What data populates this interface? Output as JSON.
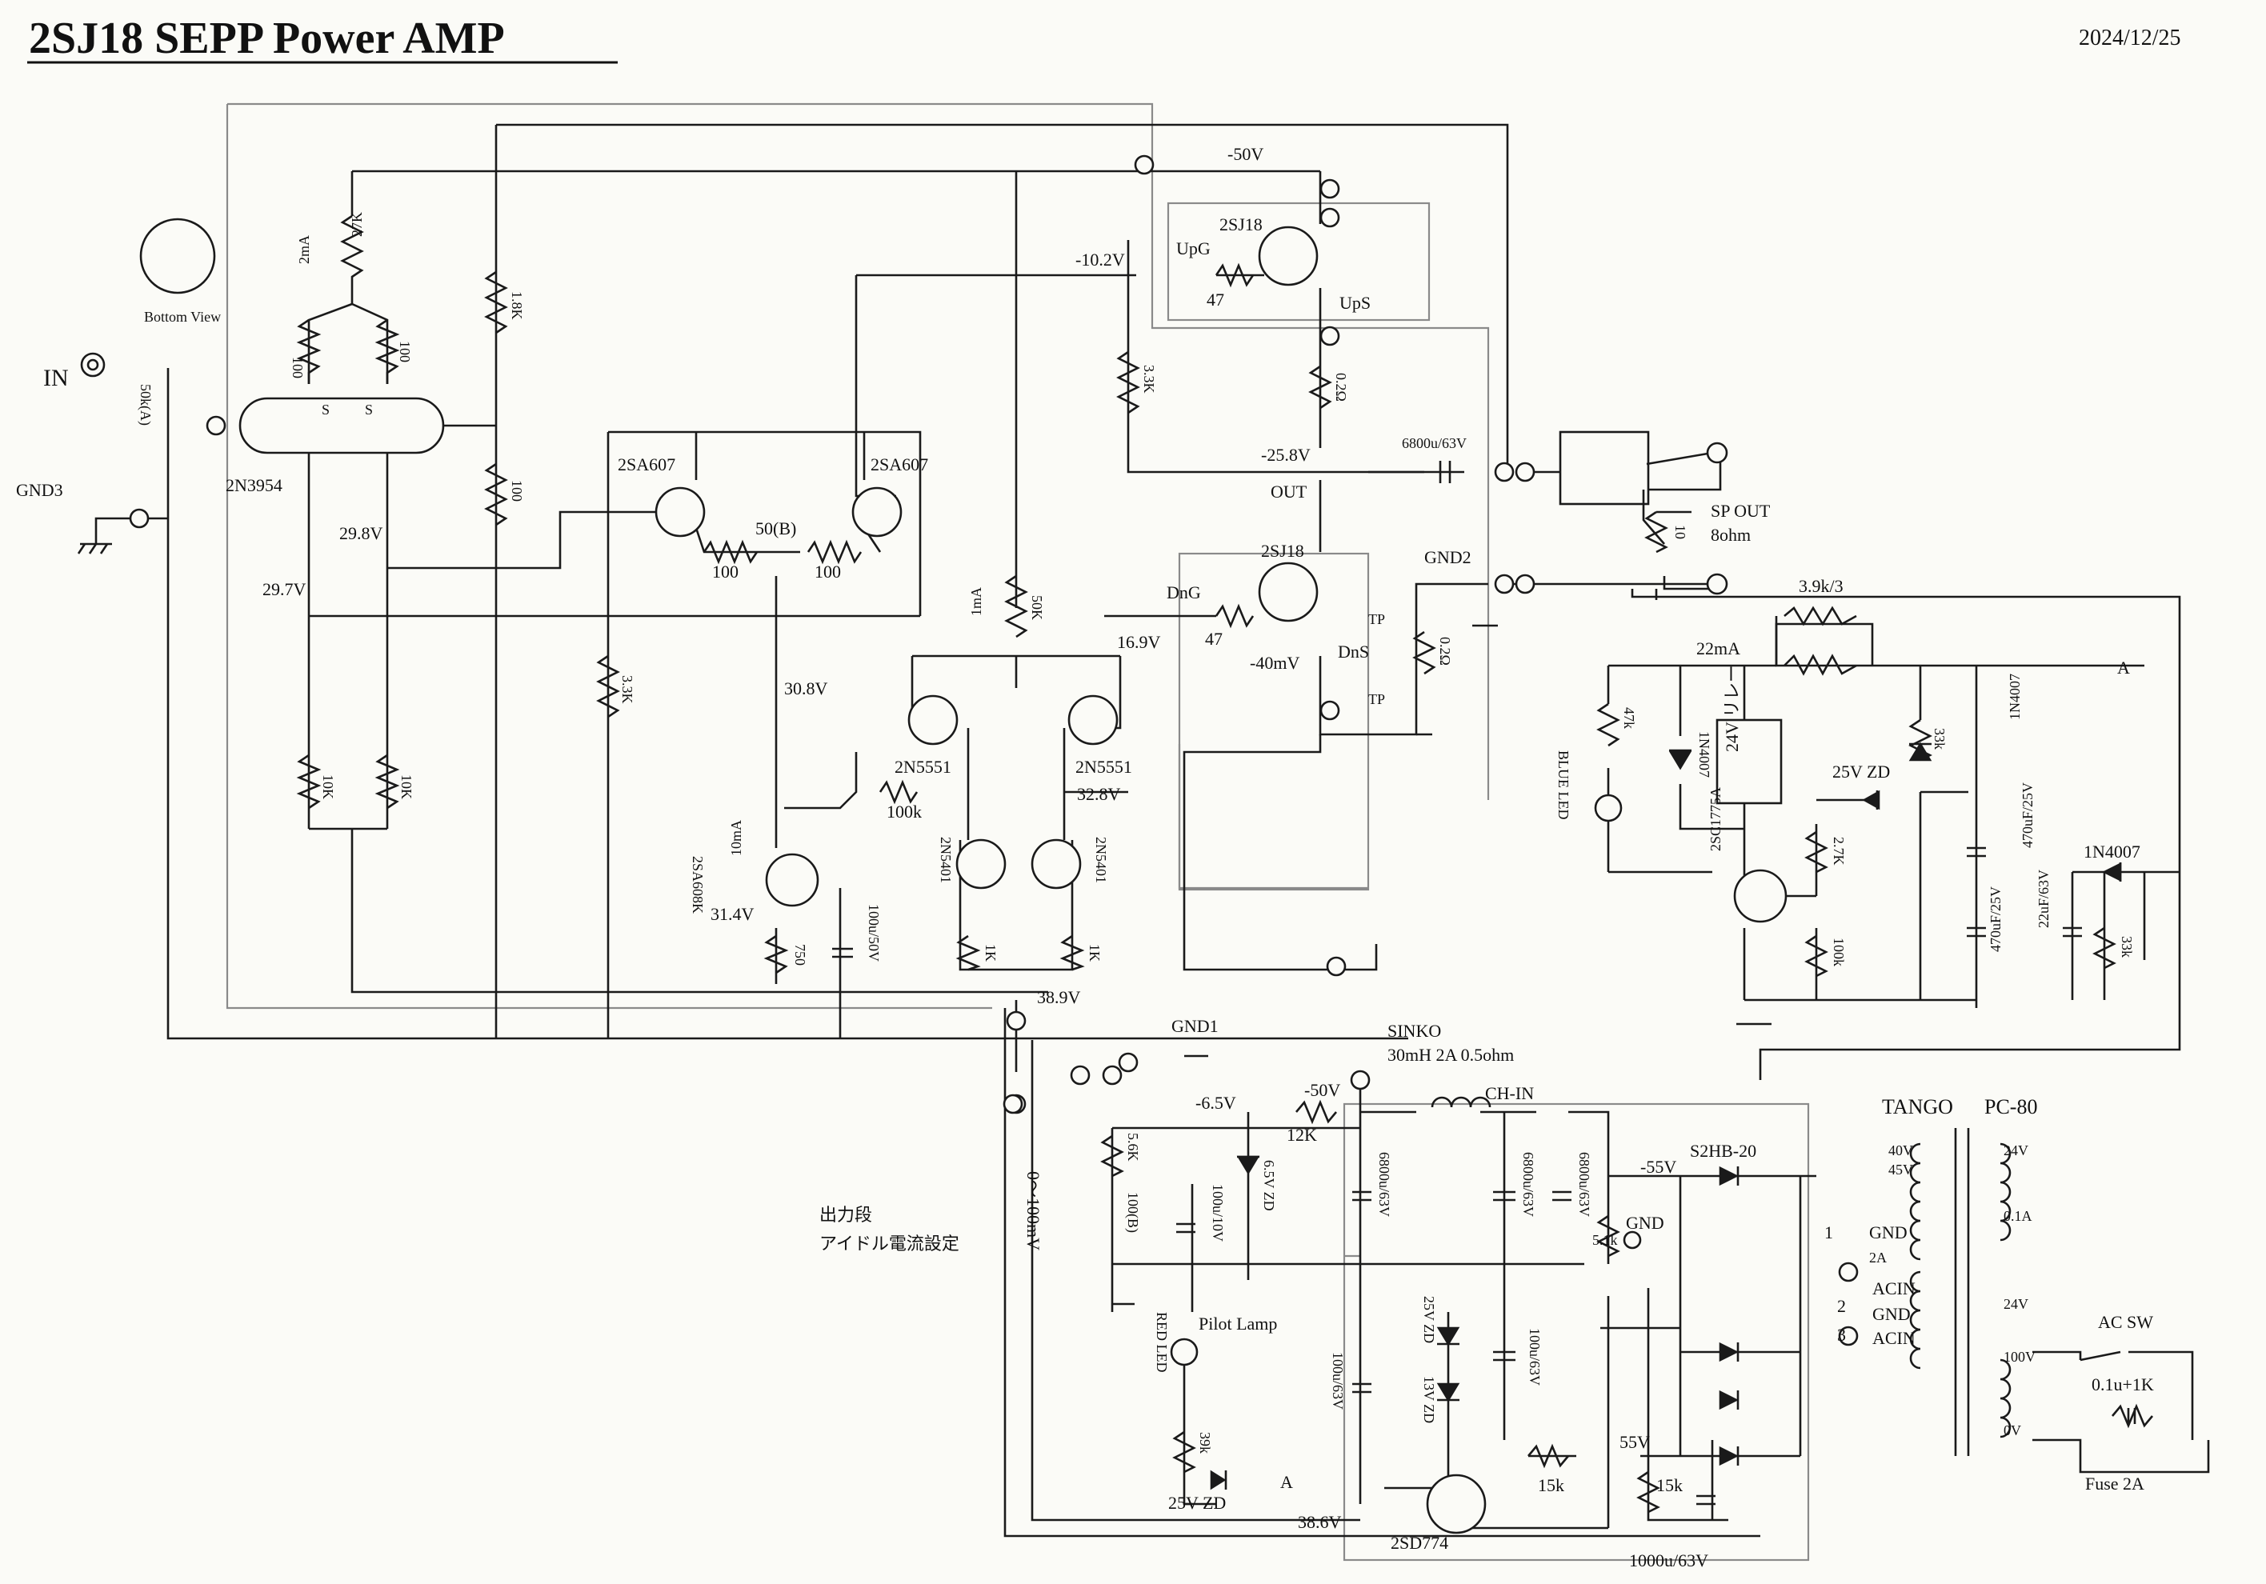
{
  "title": "2SJ18 SEPP Power AMP",
  "date": "2024/12/25",
  "input": {
    "in_label": "IN",
    "gnd_label": "GND3",
    "pot_label": "50k(A)",
    "tube_socket_label": "Bottom View"
  },
  "rails": {
    "neg50_top": "-50V",
    "neg10_2": "-10.2V",
    "neg25_8": "-25.8V",
    "v29_8": "29.8V",
    "v29_7": "29.7V",
    "v30_8": "30.8V",
    "v31_4": "31.4V",
    "v32_8": "32.8V",
    "v16_9": "16.9V",
    "v38_9": "38.9V",
    "neg40mv": "-40mV",
    "v38_6": "38.6V",
    "neg6_5": "-6.5V",
    "neg50_psu": "-50V",
    "neg55": "-55V",
    "v55": "55V"
  },
  "labels": {
    "r27k": "27K",
    "ma2": "2mA",
    "r100a": "100",
    "r100b": "100",
    "fet_pair": "2N3954",
    "s1": "S",
    "s2": "S",
    "r1_8k": "1.8K",
    "r100c": "100",
    "r3_3k_a": "3.3K",
    "r10k_a": "10K",
    "r10k_b": "10K",
    "q_2sa607_a": "2SA607",
    "q_2sa607_b": "2SA607",
    "r100_d": "100",
    "r100_e": "100",
    "vr50b": "50(B)",
    "ma1": "1mA",
    "r50k": "50K",
    "q_2n5551_a": "2N5551",
    "q_2n5551_b": "2N5551",
    "r100k": "100k",
    "q_2n5401_a": "2N5401",
    "q_2n5401_b": "2N5401",
    "r1k_a": "1K",
    "r1k_b": "1K",
    "q_2sa608": "2SA608K",
    "ma10": "10mA",
    "r750": "750",
    "c100u50": "100u/50V",
    "r3_3k_b": "3.3K",
    "upg": "UpG",
    "r47a": "47",
    "q2sj18a": "2SJ18",
    "ups": "UpS",
    "r0_2a": "0.2Ω",
    "c6800": "6800u/63V",
    "out": "OUT",
    "dng": "DnG",
    "r47b": "47",
    "q2sj18b": "2SJ18",
    "dns": "DnS",
    "r0_2b": "0.2Ω",
    "tp1": "TP",
    "tp2": "TP",
    "gnd2": "GND2",
    "spout": "SP OUT",
    "ohm8": "8ohm",
    "r10": "10",
    "r3_9k": "3.9k/3",
    "ma22": "22mA",
    "r47k": "47k",
    "blueled": "BLUE LED",
    "d1n4007a": "1N4007",
    "relay": "24V リレー",
    "q2sc1775": "2SC1775A",
    "zd25": "25V ZD",
    "r2_7k": "2.7K",
    "r100k_b": "100k",
    "r33k": "33k",
    "d1n4007b": "1N4007",
    "c470a": "470uF/25V",
    "c470b": "470uF/25V",
    "c22u": "22uF/63V",
    "d1n4007c": "1N4007",
    "r33k_b": "33k",
    "a_mark": "A",
    "gnd1": "GND1",
    "sinko": "SINKO",
    "choke": "30mH 2A 0.5ohm",
    "chin": "CH-IN",
    "r12k": "12K",
    "r5_6k": "5.6K",
    "vr100b": "100(B)",
    "c100u10": "100u/10V",
    "zd6_5": "6.5V ZD",
    "c6800b": "6800u/63V",
    "c6800c": "6800u/63V",
    "c6800d": "6800u/63V",
    "r5_1k": "5.1k",
    "gnd_psu": "GND",
    "s2hb": "S2HB-20",
    "idle_1": "出力段",
    "idle_2": "アイドル電流設定",
    "range": "0～100mV",
    "redled": "RED LED",
    "pilot": "Pilot Lamp",
    "r39k": "39k",
    "zd25b": "25V ZD",
    "a_mark2": "A",
    "c100u63a": "100u/63V",
    "zd25c": "25V ZD",
    "zd13": "13V ZD",
    "c100u63b": "100u/63V",
    "r15k_a": "15k",
    "r15k_b": "15k",
    "q2sd774": "2SD774",
    "c1000": "1000u/63V",
    "tango": "TANGO",
    "pc80": "PC-80",
    "gnd_mk": "GND",
    "acin1": "ACIN",
    "gnd_mk2": "GND",
    "acin2": "ACIN",
    "acsw": "AC SW",
    "snub": "0.1u+1K",
    "fuse": "Fuse 2A",
    "n1": "1",
    "n2": "2",
    "n3": "3",
    "t40v": "40V",
    "t45v": "45V",
    "t24v": "24V",
    "t01a": "0.1A",
    "t24vb": "24V",
    "t100v": "100V",
    "t0v": "0V",
    "t2a": "2A"
  }
}
